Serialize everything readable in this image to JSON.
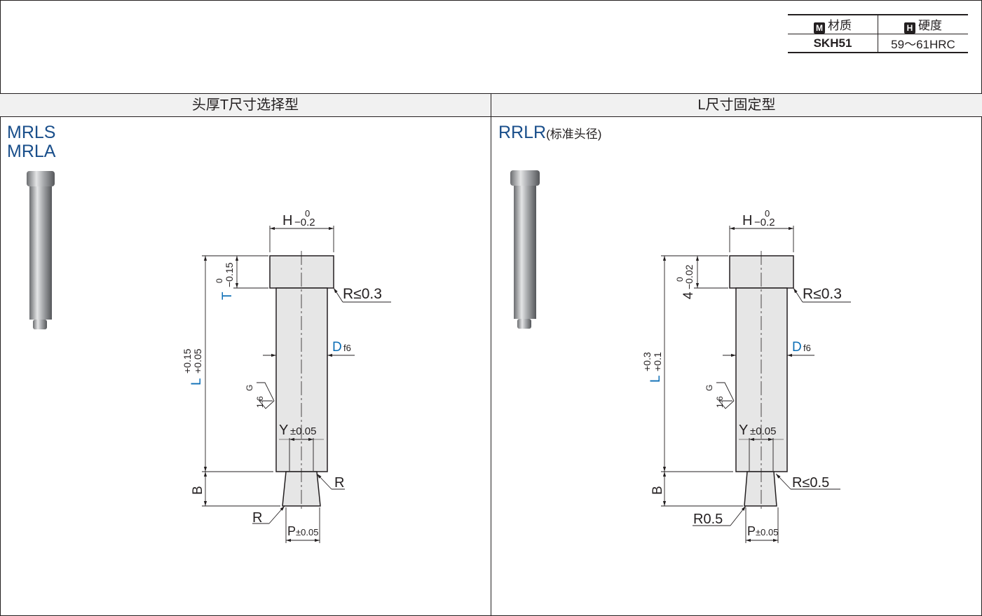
{
  "spec_table": {
    "material_badge": "M",
    "material_label": "材质",
    "hardness_badge": "H",
    "hardness_label": "硬度",
    "material_value": "SKH51",
    "hardness_value": "59～61HRC"
  },
  "left": {
    "header": "头厚T尺寸选择型",
    "models": [
      "MRLS",
      "MRLA"
    ],
    "dims": {
      "H": "H",
      "H_tol_up": "0",
      "H_tol_low": "−0.2",
      "T": "T",
      "T_tol_up": "0",
      "T_tol_low": "−0.15",
      "L": "L",
      "L_tol_up": "+0.15",
      "L_tol_low": "+0.05",
      "head_r": "R≤0.3",
      "D": "D",
      "D_tol": "f6",
      "G": "G",
      "roughness": "1.6",
      "Y": "Y",
      "Y_tol": "±0.05",
      "B": "B",
      "R_upper": "R",
      "R_lower": "R",
      "P": "P",
      "P_tol": "±0.05"
    }
  },
  "right": {
    "header": "L尺寸固定型",
    "model": "RRLR",
    "model_note": "(标准头径)",
    "dims": {
      "H": "H",
      "H_tol_up": "0",
      "H_tol_low": "−0.2",
      "T": "4",
      "T_tol_up": "0",
      "T_tol_low": "−0.02",
      "L": "L",
      "L_tol_up": "+0.3",
      "L_tol_low": "+0.1",
      "head_r": "R≤0.3",
      "D": "D",
      "D_tol": "f6",
      "G": "G",
      "roughness": "1.6",
      "Y": "Y",
      "Y_tol": "±0.05",
      "B": "B",
      "R_upper": "R≤0.5",
      "R_lower": "R0.5",
      "P": "P",
      "P_tol": "±0.05"
    }
  },
  "colors": {
    "accent_blue": "#0c6eb6",
    "model_blue": "#1a4f8b",
    "header_bg": "#f1f1f1"
  }
}
